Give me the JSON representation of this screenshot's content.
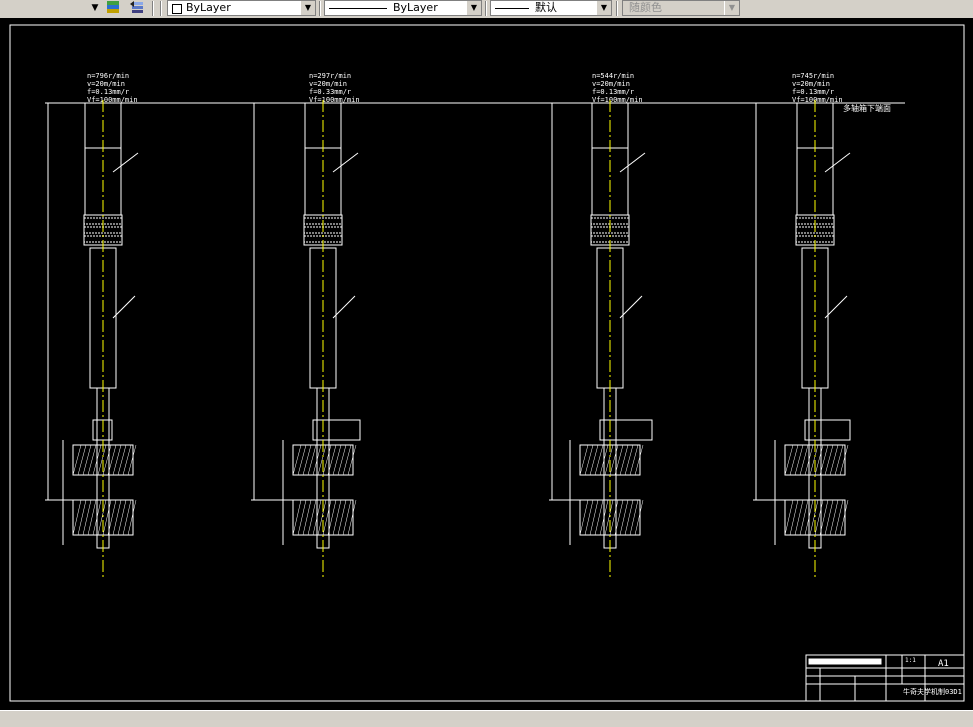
{
  "toolbar": {
    "color_combo": {
      "value": "ByLayer",
      "swatch": "#ffffff"
    },
    "linetype_combo": {
      "value": "ByLayer"
    },
    "lineweight_combo": {
      "value": "默认"
    },
    "plotstyle_combo": {
      "value": "随颜色"
    }
  },
  "drawing": {
    "background": "#000000",
    "line_color": "#ffffff",
    "axis_color": "#ffff00",
    "stages": [
      {
        "params": [
          "n=796r/min",
          "v=20m/min",
          "f=0.13mm/r",
          "Vf=100mm/min"
        ]
      },
      {
        "params": [
          "n=297r/min",
          "v=20m/min",
          "f=0.33mm/r",
          "Vf=100mm/min"
        ]
      },
      {
        "params": [
          "n=544r/min",
          "v=20m/min",
          "f=0.13mm/r",
          "Vf=100mm/min"
        ]
      },
      {
        "params": [
          "n=745r/min",
          "v=20m/min",
          "f=0.13mm/r",
          "Vf=100mm/min"
        ]
      }
    ],
    "note": "多轴箱下端面",
    "title_block": {
      "scale": "1:1",
      "sheet_size": "A1",
      "drawing_no": "牛奇夫学机制03D1"
    }
  }
}
